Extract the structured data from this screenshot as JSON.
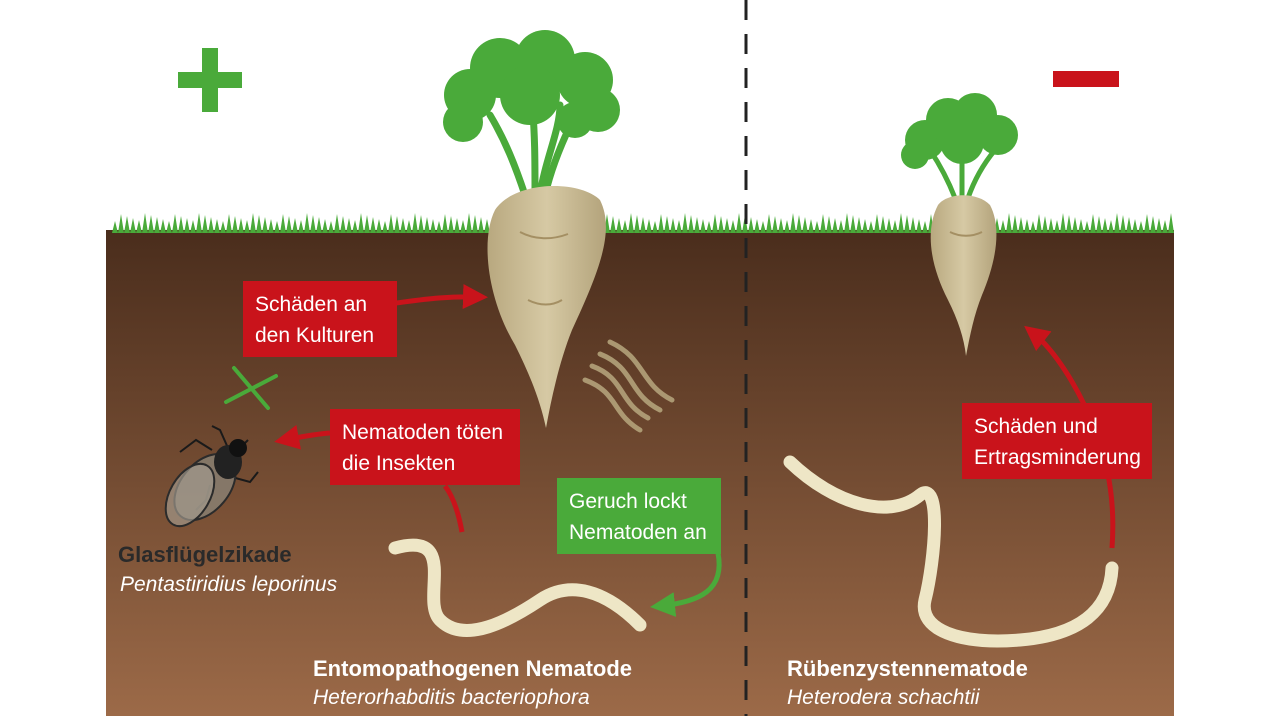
{
  "panels": {
    "positive_symbol": "+",
    "negative_symbol": "−"
  },
  "labels": {
    "damage_crops": [
      "Schäden an",
      "den Kulturen"
    ],
    "nematodes_kill": [
      "Nematoden töten",
      "die Insekten"
    ],
    "smell_attracts": [
      "Geruch lockt",
      "Nematoden an"
    ],
    "damage_yield": [
      "Schäden und",
      "Ertragsminderung"
    ]
  },
  "species": {
    "planthopper": {
      "name": "Glasflügelzikade",
      "latin": "Pentastiridius leporinus"
    },
    "epn": {
      "name": "Entomopathogenen Nematode",
      "latin": "Heterorhabditis bacteriophora"
    },
    "cyst": {
      "name": "Rübenzystennematode",
      "latin": "Heterodera schachtii"
    }
  },
  "colors": {
    "soil_top": "#4a2d1c",
    "soil_bottom": "#9c6a48",
    "grass": "#4aaa3a",
    "leaf": "#4aaa3a",
    "beet": "#cfc19a",
    "red": "#c9131b",
    "green": "#4aaa3a",
    "worm": "#eee6c6"
  },
  "icons": [
    "plus-icon",
    "minus-icon",
    "cross-icon",
    "planthopper-icon",
    "beet-icon",
    "worm-icon",
    "smell-icon"
  ]
}
